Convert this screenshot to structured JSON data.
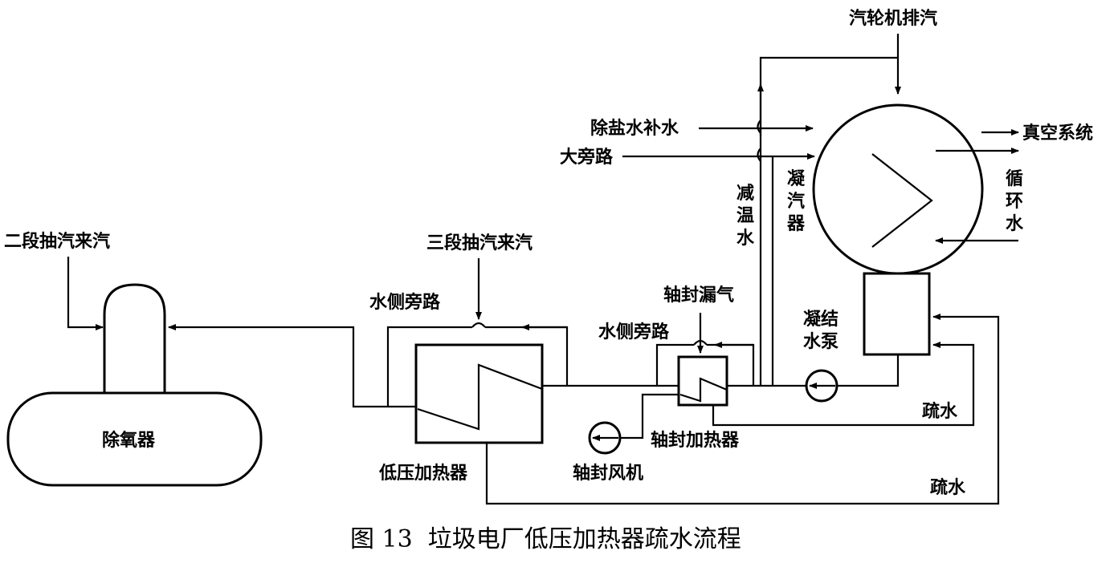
{
  "labels": {
    "turbine_exhaust": "汽轮机排汽",
    "demin_makeup": "除盐水补水",
    "vacuum_system": "真空系统",
    "main_bypass": "大旁路",
    "desuperheat_water_1": "减",
    "desuperheat_water_2": "温",
    "desuperheat_water_3": "水",
    "condenser_1": "凝",
    "condenser_2": "汽",
    "condenser_3": "器",
    "circ_water_1": "循",
    "circ_water_2": "环",
    "circ_water_3": "水",
    "stage2_extraction": "二段抽汽来汽",
    "stage3_extraction": "三段抽汽来汽",
    "water_bypass_1": "水侧旁路",
    "water_bypass_2": "水侧旁路",
    "gland_leak": "轴封漏气",
    "cond_pump_1": "凝结",
    "cond_pump_2": "水泵",
    "deaerator": "除氧器",
    "drain_1": "疏水",
    "drain_2": "疏水",
    "gland_heater": "轴封加热器",
    "lp_heater": "低压加热器",
    "gland_fan": "轴封风机"
  },
  "caption": "图 13  垃圾电厂低压加热器疏水流程"
}
